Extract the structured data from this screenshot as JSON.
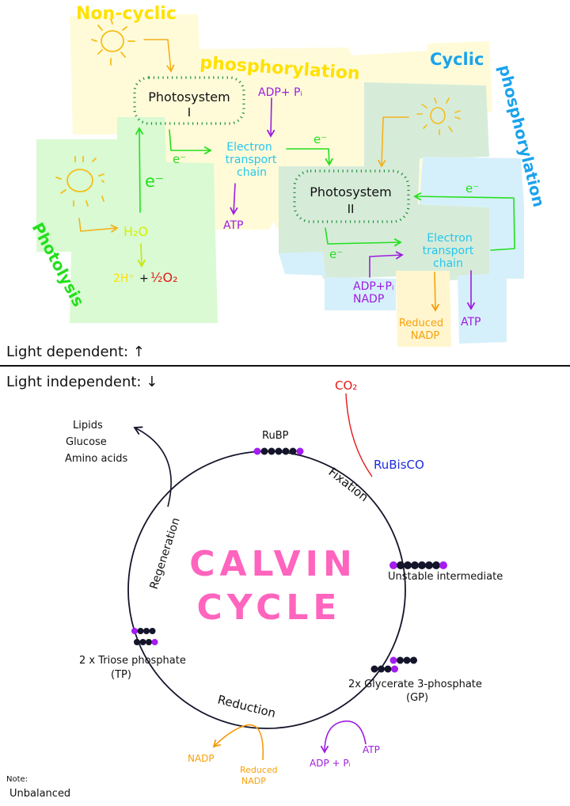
{
  "colors": {
    "yellow_bg": "#fffbd9",
    "green_bg": "#d9fad2",
    "teal_bg": "#d6ecd9",
    "blue_bg": "#d6f0fb",
    "sun": "#f5be1a",
    "electron_arrow": "#22e01c",
    "atp_arrow": "#9d1ce0",
    "reduced_nadp_arrow": "#f7a10c",
    "photosystem_dash": "#1e8f3a",
    "co2_line": "#e41818",
    "carbon_dark": "#14142a",
    "phosphate_purple": "#a41cf0",
    "calvin_title": "#ff64be"
  },
  "light_dependent": {
    "titles": {
      "non_cyclic": "Non-cyclic",
      "non_cyclic_phos": "phosphorylation",
      "cyclic": "Cyclic",
      "cyclic_phos": "phosphorylation",
      "photolysis": "Photolysis"
    },
    "photosystem_1": {
      "label": "Photosystem",
      "numeral": "I"
    },
    "photosystem_2": {
      "label": "Photosystem",
      "numeral": "II"
    },
    "etc_1": {
      "line1": "Electron",
      "line2": "transport",
      "line3": "chain"
    },
    "etc_2": {
      "line1": "Electron",
      "line2": "transport",
      "line3": "chain"
    },
    "electron": "e⁻",
    "adp_pi": "ADP+ Pᵢ",
    "atp": "ATP",
    "water": "H₂O",
    "hydrogen": "2H⁺",
    "plus": "+",
    "oxygen": "½O₂",
    "adp_pi_2": "ADP+Pᵢ",
    "nadp": "NADP",
    "reduced_nadp_line1": "Reduced",
    "reduced_nadp_line2": "NADP",
    "atp_2": "ATP"
  },
  "divider": {
    "light_dependent": "Light dependent: ↑",
    "light_independent": "Light independent: ↓"
  },
  "calvin": {
    "title_line1": "CALVIN",
    "title_line2": "CYCLE",
    "co2": "CO₂",
    "rubisco": "RuBisCO",
    "rubp": "RuBP",
    "fixation": "Fixation",
    "unstable": "Unstable intermediate",
    "gp_line1": "2x Glycerate 3-phosphate",
    "gp_line2": "(GP)",
    "reduction": "Reduction",
    "tp_line1": "2 x Triose phosphate",
    "tp_line2": "(TP)",
    "regeneration": "Regeneration",
    "products": [
      "Lipids",
      "Glucose",
      "Amino acids"
    ],
    "atp": "ATP",
    "adp_pi": "ADP + Pᵢ",
    "nadp": "NADP",
    "reduced_nadp_line1": "Reduced",
    "reduced_nadp_line2": "NADP"
  },
  "molecules": {
    "rubp": {
      "carbons": 5,
      "phosphates": 2
    },
    "unstable": {
      "carbons": 6,
      "phosphates": 2
    },
    "gp": {
      "count": 2,
      "carbons": 3,
      "phosphates": 1
    },
    "tp": {
      "count": 2,
      "carbons": 3,
      "phosphates": 1
    }
  },
  "note": {
    "label": "Note:",
    "text": "Unbalanced"
  }
}
